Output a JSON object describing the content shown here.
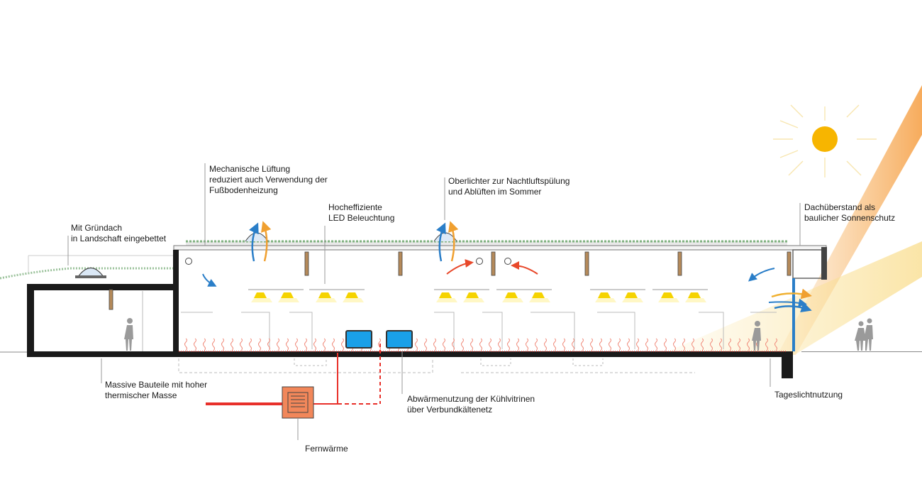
{
  "labels": {
    "green_roof": {
      "line1": "Mit Gründach",
      "line2": "in Landschaft eingebettet"
    },
    "ventilation": {
      "line1": "Mechanische Lüftung",
      "line2": "reduziert auch Verwendung der",
      "line3": "Fußbodenheizung"
    },
    "led": {
      "line1": "Hocheffiziente",
      "line2": "LED Beleuchtung"
    },
    "skylights": {
      "line1": "Oberlichter zur Nachtluftspülung",
      "line2": "und Ablüften im Sommer"
    },
    "overhang": {
      "line1": "Dachüberstand als",
      "line2": "baulicher Sonnenschutz"
    },
    "mass": {
      "line1": "Massive Bauteile mit hoher",
      "line2": "thermischer Masse"
    },
    "waste_heat": {
      "line1": "Abwärmenutzung der Kühlvitrinen",
      "line2": "über Verbundkältenetz"
    },
    "daylight": {
      "line1": "Tageslichtnutzung"
    },
    "district_heat": {
      "line1": "Fernwärme"
    }
  },
  "colors": {
    "structure": "#1a1a1a",
    "heating": "#e8302a",
    "warm_air": "#f08a2a",
    "cool_air": "#2a7ec8",
    "lamp": "#f5d300",
    "sun": "#f7b500",
    "district_box": "#f2875a",
    "screen": "#1aa0e8",
    "greenery": "#5a9a5a"
  }
}
